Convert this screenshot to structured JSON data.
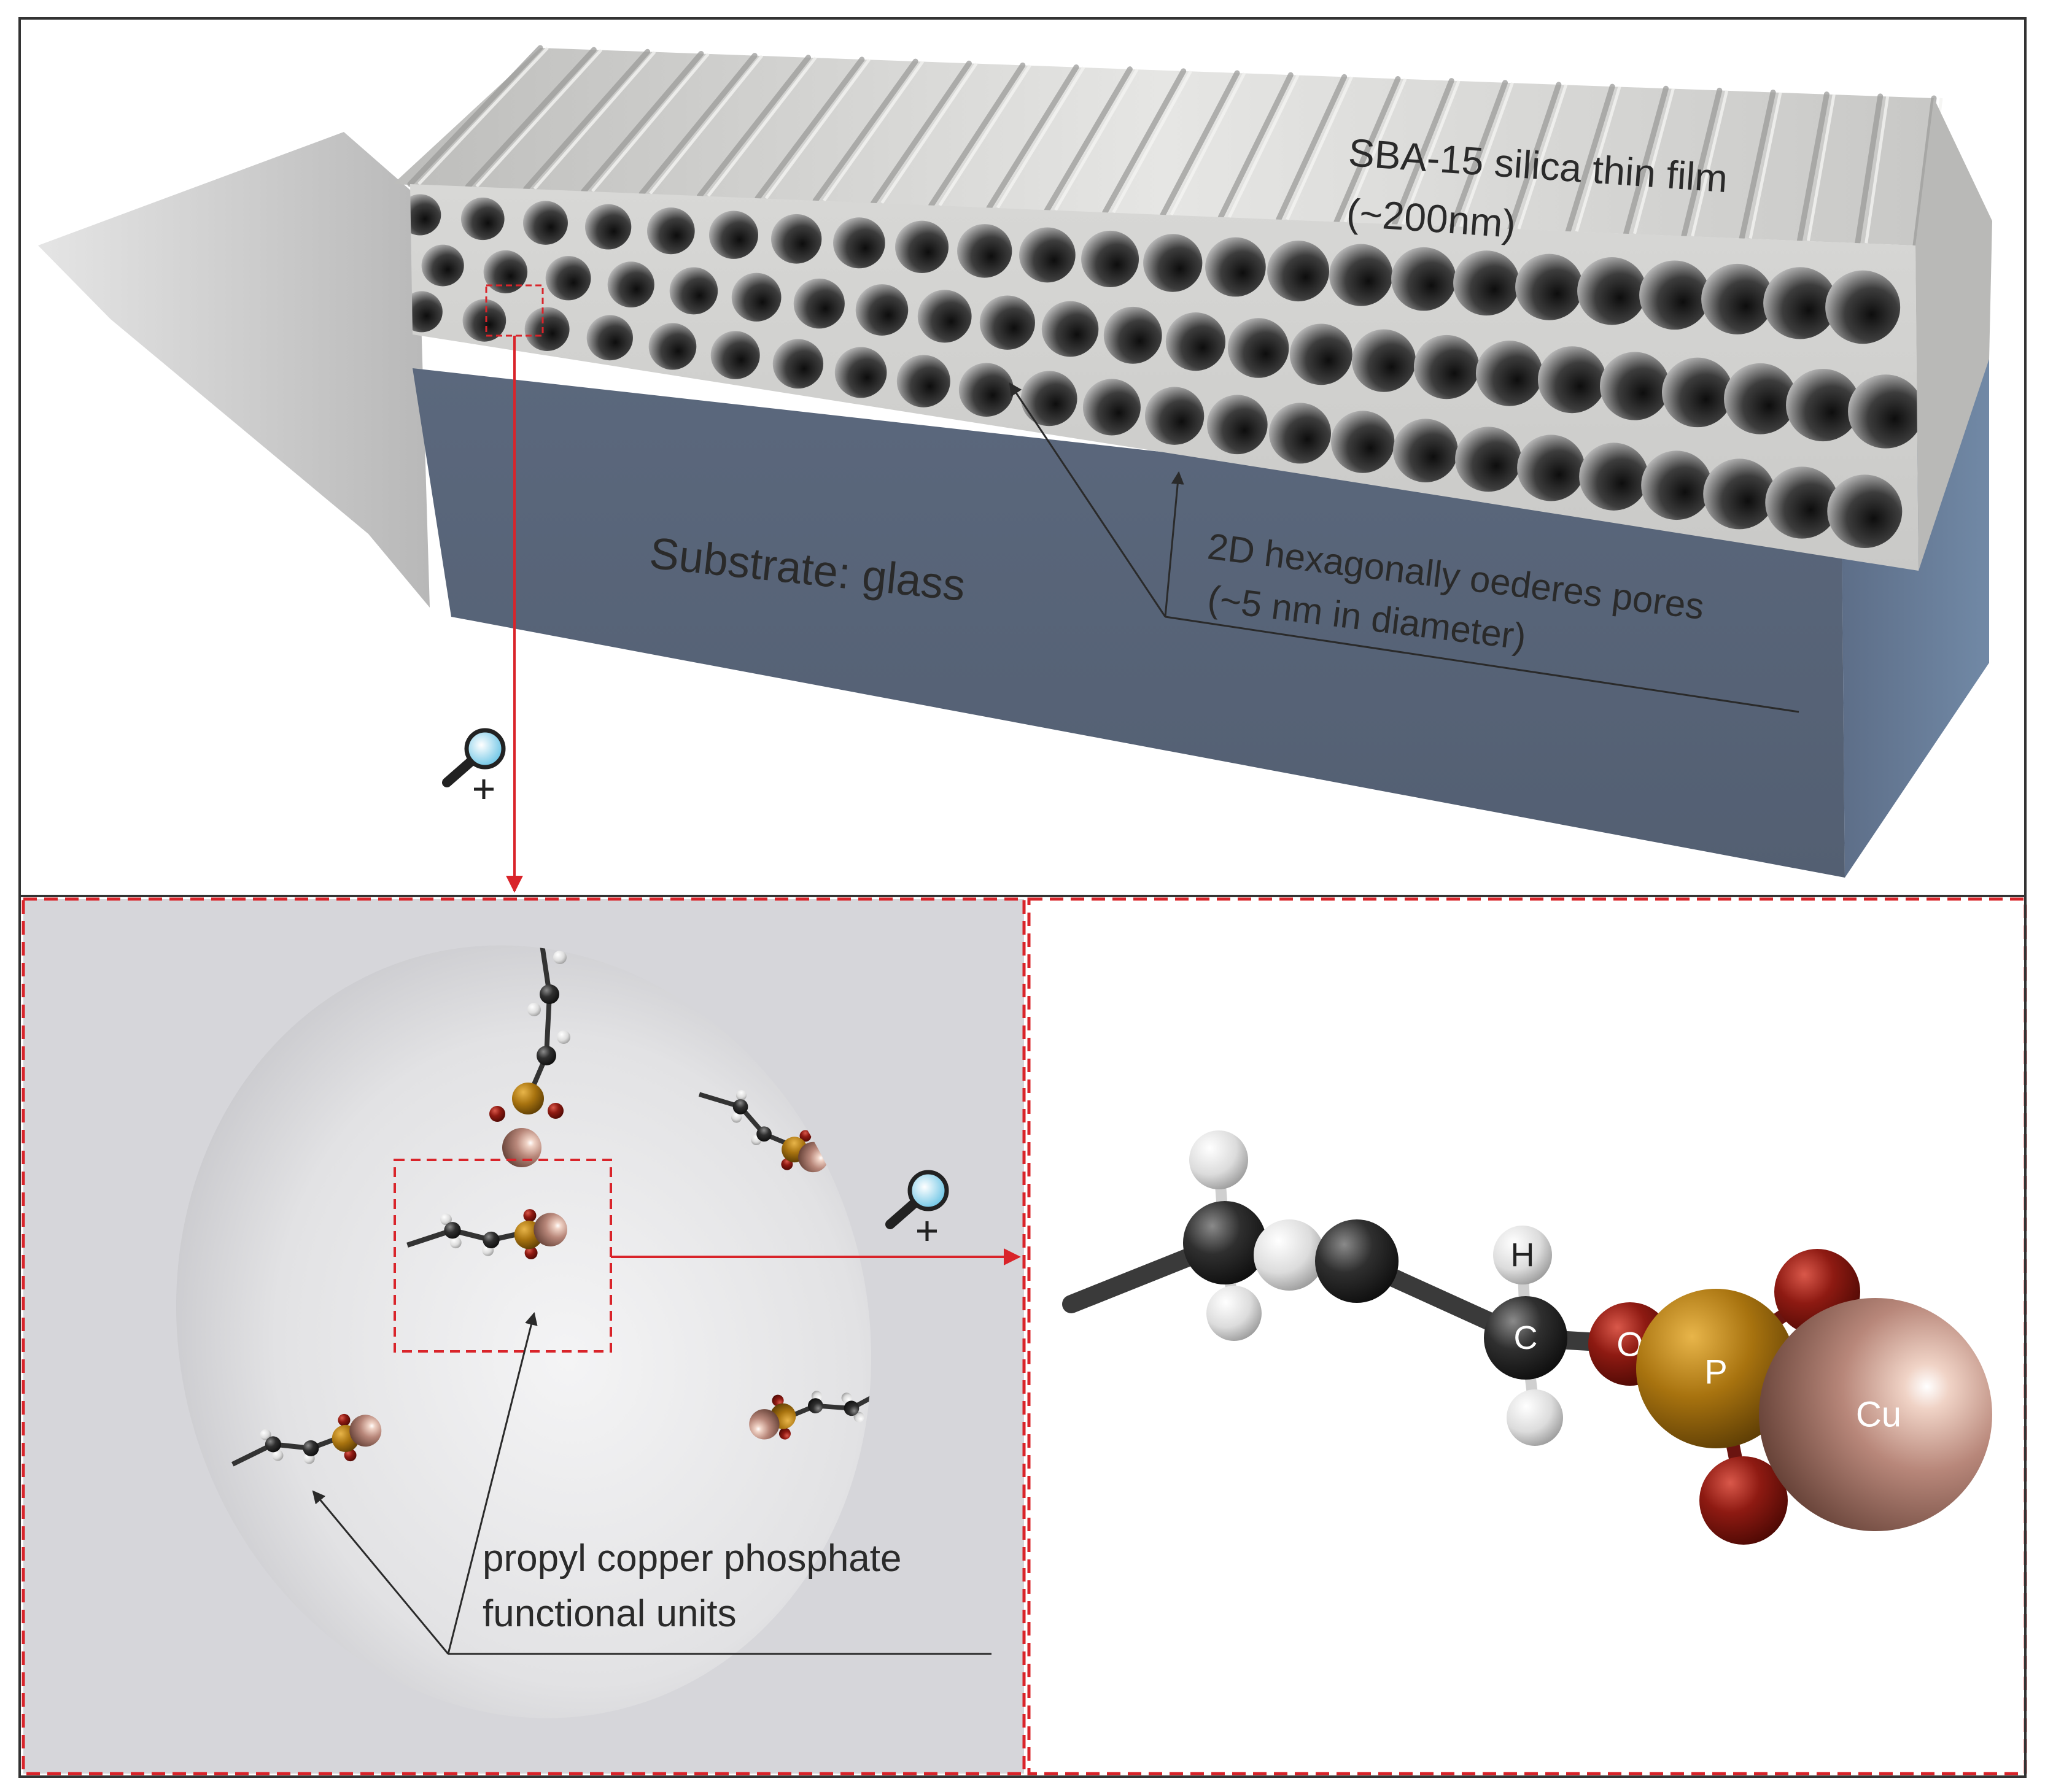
{
  "panel_top": {
    "film_label_line1": "SBA-15 silica thin film",
    "film_label_line2": "(~200nm)",
    "substrate_label": "Substrate: glass",
    "pores_label_line1": "2D hexagonally oederes pores",
    "pores_label_line2": "(~5 nm in diameter)"
  },
  "panel_bottom_left": {
    "units_label_line1": "propyl copper phosphate",
    "units_label_line2": "functional units"
  },
  "panel_bottom_right": {
    "atoms": {
      "hydrogen": "H",
      "carbon": "C",
      "oxygen": "O",
      "phosphorus": "P",
      "copper": "Cu"
    }
  },
  "icons": [
    "magnifier-zoom-in-icon",
    "magnifier-zoom-in-icon"
  ],
  "colors": {
    "substrate": "#56647a",
    "silica": "#cfcfcc",
    "callout_red": "#d9242a",
    "carbon": "#2c2c2c",
    "hydrogen": "#e8e8e8",
    "oxygen": "#8e1a12",
    "phosphorus": "#b07a12",
    "copper": "#c08a7c"
  }
}
